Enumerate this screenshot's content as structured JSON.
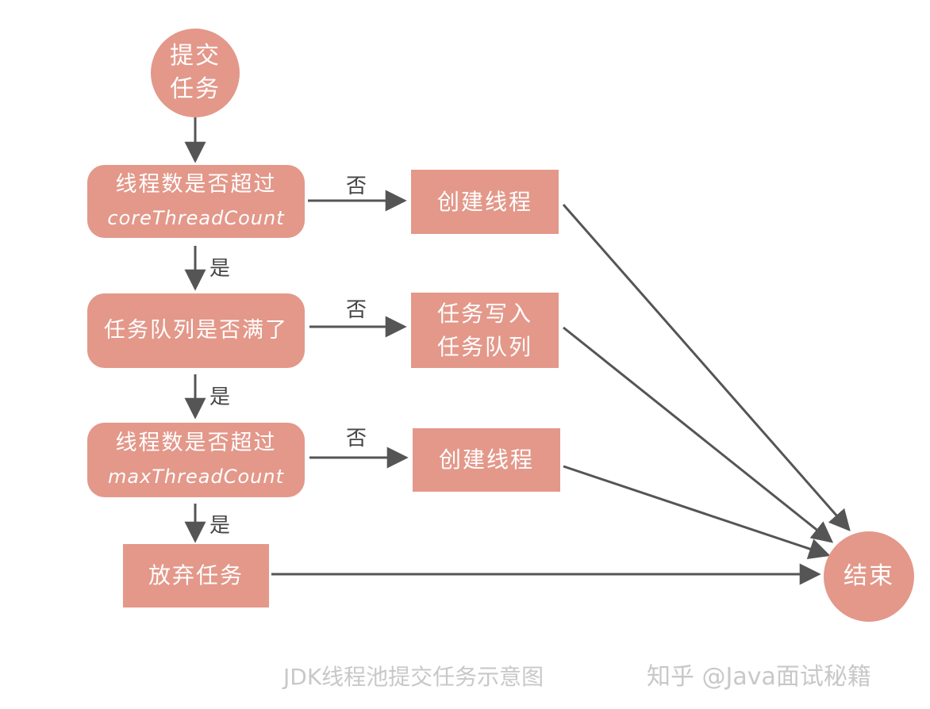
{
  "nodes": {
    "start": [
      "提交",
      "任务"
    ],
    "check_core": [
      "线程数是否超过",
      "coreThreadCount"
    ],
    "create_thread_1": "创建线程",
    "check_queue": "任务队列是否满了",
    "enqueue": [
      "任务写入",
      "任务队列"
    ],
    "check_max": [
      "线程数是否超过",
      "maxThreadCount"
    ],
    "create_thread_2": "创建线程",
    "reject": "放弃任务",
    "end": "结束"
  },
  "edge_labels": {
    "no": "否",
    "yes": "是"
  },
  "caption": "JDK线程池提交任务示意图",
  "watermark": "知乎 @Java面试秘籍",
  "colors": {
    "node_fill": "#e3988a",
    "node_text": "#ffffff",
    "arrow": "#555555",
    "caption": "#c8c8c8"
  }
}
